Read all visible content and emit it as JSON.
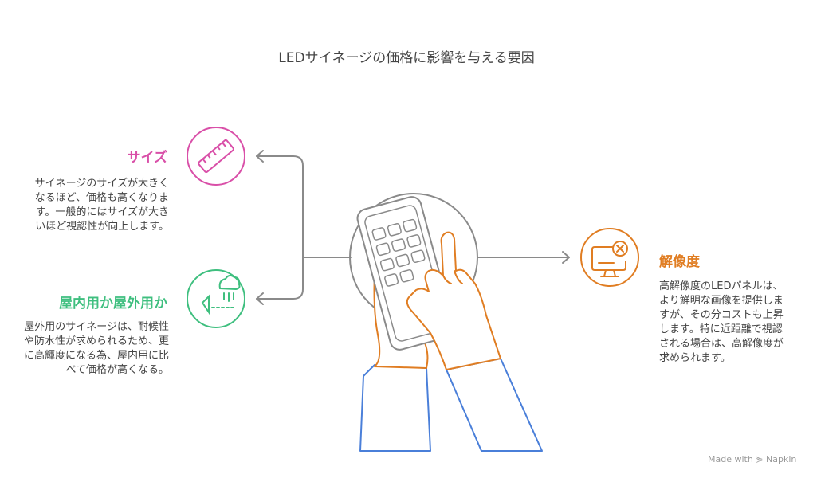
{
  "title": "LEDサイネージの価格に影響を与える要因",
  "factors": {
    "size": {
      "title": "サイズ",
      "description": "サイネージのサイズが大きくなるほど、価格も高くなります。一般的にはサイズが大きいほど視認性が向上します。",
      "color": "#d94fa8",
      "icon": "ruler-icon"
    },
    "location": {
      "title": "屋内用か屋外用か",
      "description": "屋外用のサイネージは、耐候性や防水性が求められるため、更に高輝度になる為、屋内用に比べて価格が高くなる。",
      "color": "#3fbf7f",
      "icon": "weather-icon"
    },
    "resolution": {
      "title": "解像度",
      "description": "高解像度のLEDパネルは、より鮮明な画像を提供しますが、その分コストも上昇します。特に近距離で視認される場合は、高解像度が求められます。",
      "color": "#e07d22",
      "icon": "monitor-icon"
    }
  },
  "center": {
    "icon": "hand-keypad-icon"
  },
  "watermark": "Made with ⋟ Napkin"
}
